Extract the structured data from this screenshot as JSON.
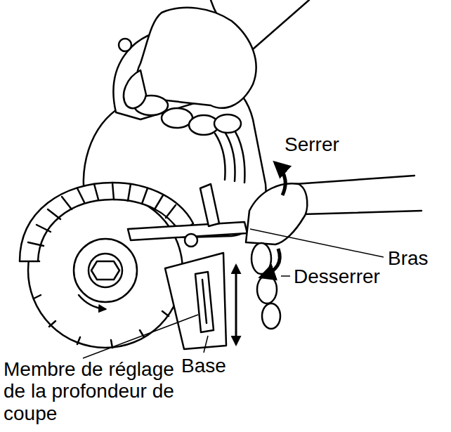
{
  "diagram": {
    "labels": [
      "Serrer",
      "Bras",
      "Desserrer",
      "Base",
      "Membre de réglage de la profondeur de coupe"
    ]
  }
}
